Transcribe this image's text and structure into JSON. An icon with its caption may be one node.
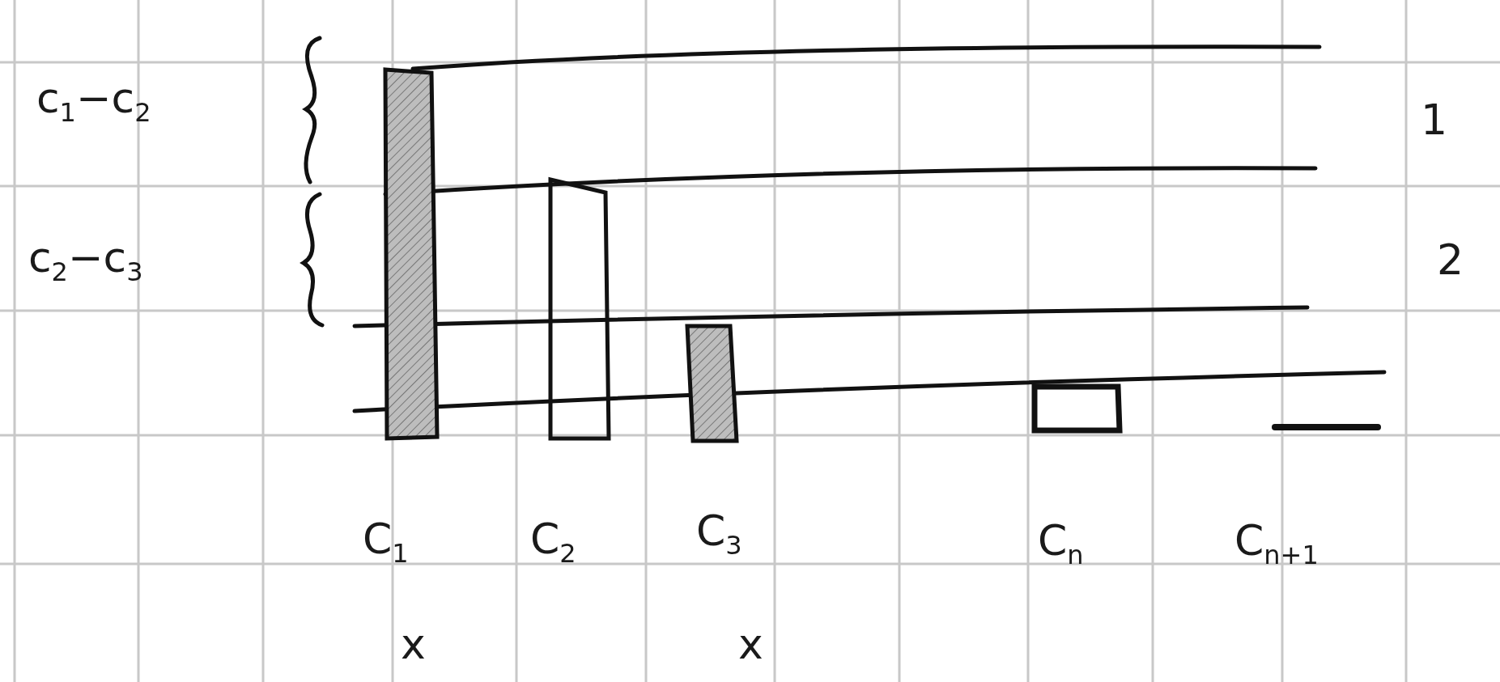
{
  "diagram": {
    "labels": [
      "c$_{1}$−c$_{2}$",
      "1",
      "c$_{2}$−c$_{3}$",
      "2",
      "C$_{1}$",
      "C$_{2}$",
      "C$_{3}$",
      "C$_{n}$",
      "C$_{n+1}$",
      "x",
      "x"
    ]
  }
}
